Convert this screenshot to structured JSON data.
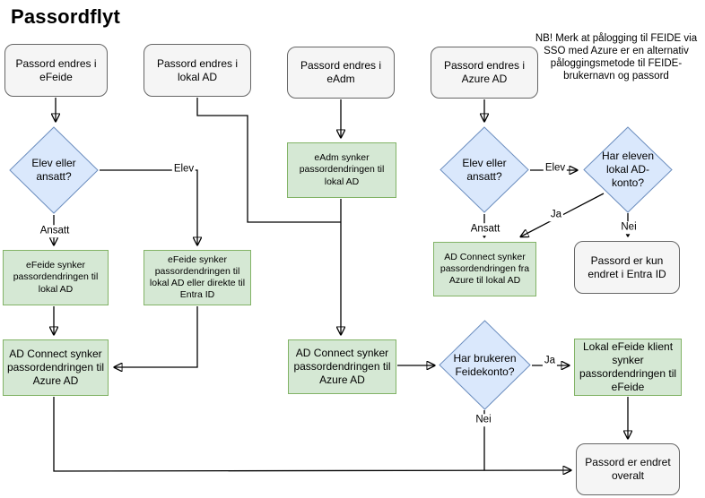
{
  "title": "Passordflyt",
  "note": "NB! Merk at pålogging til FEIDE via SSO med Azure er en alternativ påloggingsmetode til FEIDE-brukernavn og passord",
  "colors": {
    "decision_fill": "#dae8fc",
    "decision_stroke": "#6c8ebf",
    "process_fill": "#d5e8d4",
    "process_stroke": "#82b366",
    "terminal_fill": "#f5f5f5",
    "terminal_stroke": "#666666",
    "connector": "#000000"
  },
  "nodes": {
    "pw_efeide": {
      "label": "Passord endres i eFeide",
      "type": "terminal"
    },
    "pw_lokal_ad": {
      "label": "Passord endres i lokal AD",
      "type": "terminal"
    },
    "pw_eadm": {
      "label": "Passord endres i eAdm",
      "type": "terminal"
    },
    "pw_azure_ad": {
      "label": "Passord endres i Azure AD",
      "type": "terminal"
    },
    "elev_ansatt_1": {
      "label": "Elev eller ansatt?",
      "type": "decision"
    },
    "elev_ansatt_2": {
      "label": "Elev eller ansatt?",
      "type": "decision"
    },
    "har_eleven_lokal_ad": {
      "label": "Har eleven lokal AD-konto?",
      "type": "decision"
    },
    "har_brukeren_feidekonto": {
      "label": "Har brukeren Feidekonto?",
      "type": "decision"
    },
    "efeide_synker_lokal": {
      "label": "eFeide synker passordendringen til lokal AD",
      "type": "process"
    },
    "efeide_synker_lokal_entra": {
      "label": "eFeide synker passordendringen til lokal AD eller direkte til Entra ID",
      "type": "process"
    },
    "eadm_synker": {
      "label": "eAdm synker passordendringen til lokal AD",
      "type": "process"
    },
    "adconnect_azure_venstre": {
      "label": "AD Connect synker passordendringen til Azure AD",
      "type": "process"
    },
    "adconnect_azure_midt": {
      "label": "AD Connect synker passordendringen til Azure AD",
      "type": "process"
    },
    "adconnect_fra_azure": {
      "label": "AD Connect synker passordendringen fra Azure til lokal AD",
      "type": "process"
    },
    "lokal_efeide_klient": {
      "label": "Lokal eFeide klient synker passordendringen til eFeide",
      "type": "process"
    },
    "kun_endret_entra": {
      "label": "Passord er kun endret i Entra ID",
      "type": "terminal"
    },
    "endret_overalt": {
      "label": "Passord er endret overalt",
      "type": "terminal"
    }
  },
  "edge_labels": {
    "elev_left": "Elev",
    "ansatt_left": "Ansatt",
    "elev_right": "Elev",
    "ansatt_right": "Ansatt",
    "ja_adkonto": "Ja",
    "nei_adkonto": "Nei",
    "ja_feidekonto": "Ja",
    "nei_feidekonto": "Nei"
  }
}
